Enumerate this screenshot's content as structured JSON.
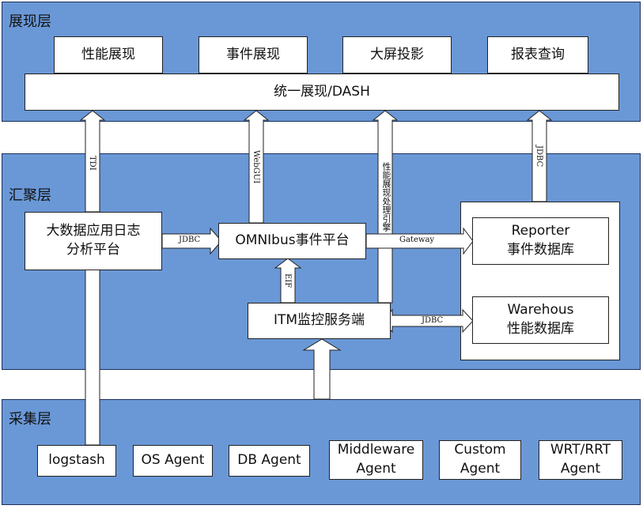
{
  "layers": {
    "presentation": "展现层",
    "aggregation": "汇聚层",
    "collection": "采集层"
  },
  "presentation": {
    "modules": [
      "性能展现",
      "事件展现",
      "大屏投影",
      "报表查询"
    ],
    "dash": "统一展现/DASH"
  },
  "aggregation": {
    "bigdata": "大数据应用日志\n分析平台",
    "omnibus": "OMNIbus事件平台",
    "itm": "ITM监控服务端",
    "reporter": "Reporter\n事件数据库",
    "warehouse": "Warehous\n性能数据库"
  },
  "collection": {
    "agents": [
      "logstash",
      "OS Agent",
      "DB Agent",
      "Middleware\nAgent",
      "Custom\nAgent",
      "WRT/RRT\nAgent"
    ]
  },
  "connectors": {
    "tdi": "TDI",
    "webgui": "WebGUI",
    "perf_engine": "性能展现处理引擎",
    "jdbc_reporter": "JDBC",
    "jdbc_omnibus": "JDBC",
    "gateway": "Gateway",
    "eif": "EIF",
    "jdbc_warehouse": "JDBC"
  },
  "colors": {
    "layer_fill": "#6a98d6",
    "box_fill": "#ffffff",
    "stroke": "#1c2f5a"
  }
}
